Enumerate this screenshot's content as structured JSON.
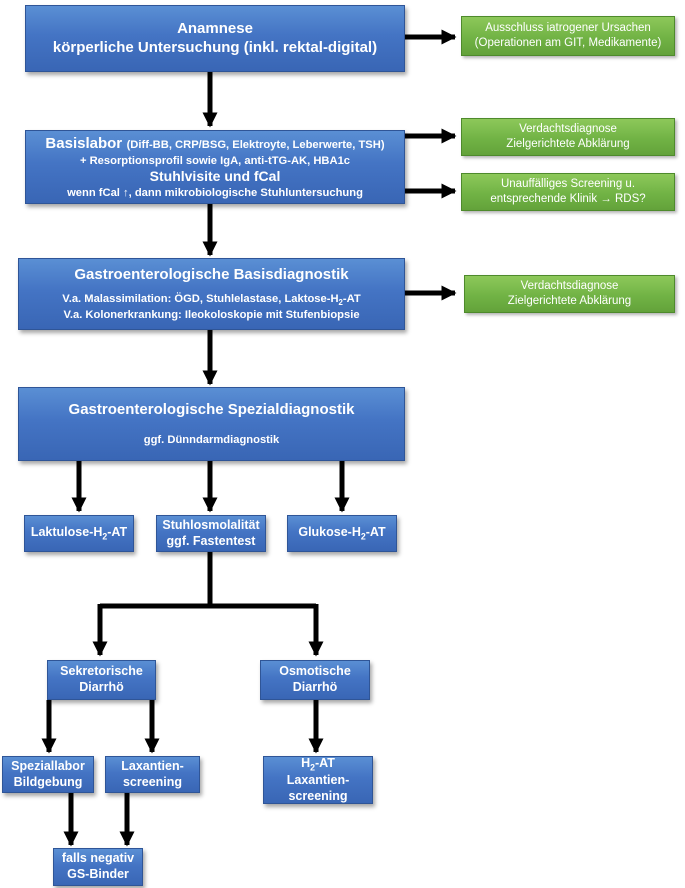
{
  "colors": {
    "box_blue": "#4472c4",
    "box_green": "#70ad47",
    "arrow": "#000000",
    "text": "#ffffff"
  },
  "nodes": {
    "anamnese": {
      "line1": "Anamnese",
      "line2": "körperliche Untersuchung (inkl. rektal-digital)"
    },
    "iatrogen": {
      "line1": "Ausschluss iatrogener Ursachen",
      "line2": "(Operationen am GIT, Medikamente)"
    },
    "basislabor": {
      "title": "Basislabor",
      "detail": "(Diff-BB, CRP/BSG, Elektroyte, Leberwerte, TSH)",
      "line2": "+ Resorptionsprofil sowie IgA, anti-tTG-AK, HBA1c",
      "line3": "Stuhlvisite und fCal",
      "line4": "wenn fCal ↑, dann mikrobiologische Stuhluntersuchung"
    },
    "verdacht1": {
      "line1": "Verdachtsdiagnose",
      "line2": "Zielgerichtete Abklärung"
    },
    "screening": {
      "line1": "Unauffälliges Screening u.",
      "line2": "entsprechende Klinik → RDS?"
    },
    "basisdiagnostik": {
      "title": "Gastroenterologische Basisdiagnostik",
      "line2_a": "V.a. Malassimilation: ÖGD, Stuhlelastase, Laktose-H",
      "line2_sub": "2",
      "line2_b": "-AT",
      "line3": "V.a. Kolonerkrankung: Ileokoloskopie mit Stufenbiopsie"
    },
    "verdacht2": {
      "line1": "Verdachtsdiagnose",
      "line2": "Zielgerichtete Abklärung"
    },
    "spezialdiagnostik": {
      "title": "Gastroenterologische Spezialdiagnostik",
      "line2": "ggf. Dünndarmdiagnostik"
    },
    "laktulose": {
      "a": "Laktulose-H",
      "sub": "2",
      "b": "-AT"
    },
    "stuhlosmo": {
      "line1": "Stuhlosmolalität",
      "line2": "ggf. Fastentest"
    },
    "glukose": {
      "a": "Glukose-H",
      "sub": "2",
      "b": "-AT"
    },
    "sekretorisch": {
      "line1": "Sekretorische",
      "line2": "Diarrhö"
    },
    "osmotisch": {
      "line1": "Osmotische",
      "line2": "Diarrhö"
    },
    "spezlabor": {
      "line1": "Speziallabor",
      "line2": "Bildgebung"
    },
    "laxantien1": {
      "line1": "Laxantien-",
      "line2": "screening"
    },
    "h2at": {
      "a": "H",
      "sub": "2",
      "b": "-AT",
      "line2": "Laxantien-",
      "line3": "screening"
    },
    "gsbinder": {
      "line1": "falls negativ",
      "line2": "GS-Binder"
    }
  }
}
